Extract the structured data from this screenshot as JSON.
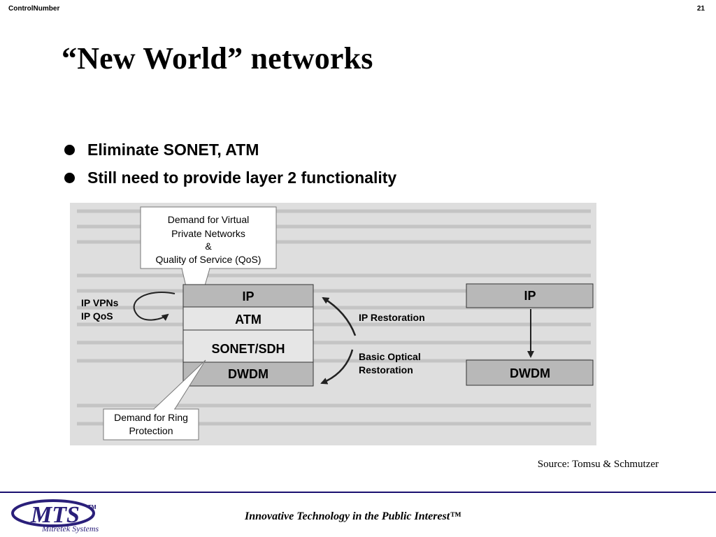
{
  "header": {
    "control_number": "ControlNumber",
    "page_number": "21"
  },
  "slide": {
    "title": "“New World” networks",
    "bullets": [
      "Eliminate SONET, ATM",
      "Still need to provide layer 2 functionality"
    ]
  },
  "figure": {
    "callout_top": [
      "Demand for Virtual",
      "Private Networks",
      "&",
      "Quality of Service (QoS)"
    ],
    "callout_bottom": [
      "Demand for Ring",
      "Protection"
    ],
    "left_stack": [
      "IP",
      "ATM",
      "SONET/SDH",
      "DWDM"
    ],
    "left_labels": [
      "IP VPNs",
      "IP QoS"
    ],
    "restoration_labels": {
      "ip": "IP Restoration",
      "optical": [
        "Basic Optical",
        "Restoration"
      ]
    },
    "right_stack": [
      "IP",
      "DWDM"
    ]
  },
  "source": "Source: Tomsu & Schmutzer",
  "footer": {
    "logo_text": "MTS",
    "logo_tm": "TM",
    "logo_subtext": "Mitretek Systems",
    "tagline": "Innovative Technology in the Public Interest™"
  },
  "colors": {
    "footer_rule": "#1a1070",
    "logo_swoosh": "#2a1f7a",
    "box_fill": "#b8b8b8"
  }
}
